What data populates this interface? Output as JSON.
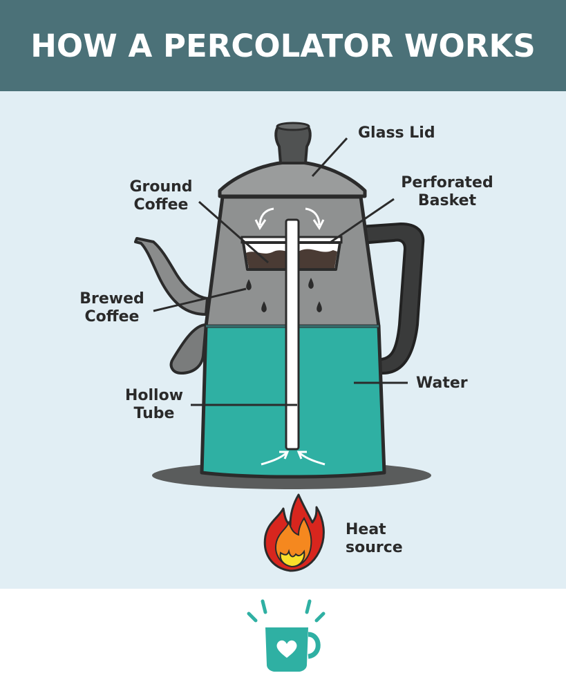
{
  "title": "HOW A PERCOLATOR WORKS",
  "labels": {
    "glass_lid": "Glass Lid",
    "ground_coffee": "Ground\nCoffee",
    "perforated_basket": "Perforated\nBasket",
    "brewed_coffee": "Brewed\nCoffee",
    "water": "Water",
    "hollow_tube": "Hollow\nTube",
    "heat_source": "Heat\nsource"
  },
  "icons": {
    "percolator": "percolator-illustration-icon",
    "flame": "flame-icon",
    "mug": "heart-mug-logo-icon"
  },
  "colors": {
    "header": "#4b7178",
    "background": "#e1eef4",
    "water": "#2fb0a3",
    "pot_upper": "#8a8c8c",
    "outline": "#2b2b2b",
    "flame_outer": "#d8261e",
    "flame_mid": "#f5881f",
    "flame_inner": "#f9df2b",
    "mug": "#2fb0a3"
  }
}
